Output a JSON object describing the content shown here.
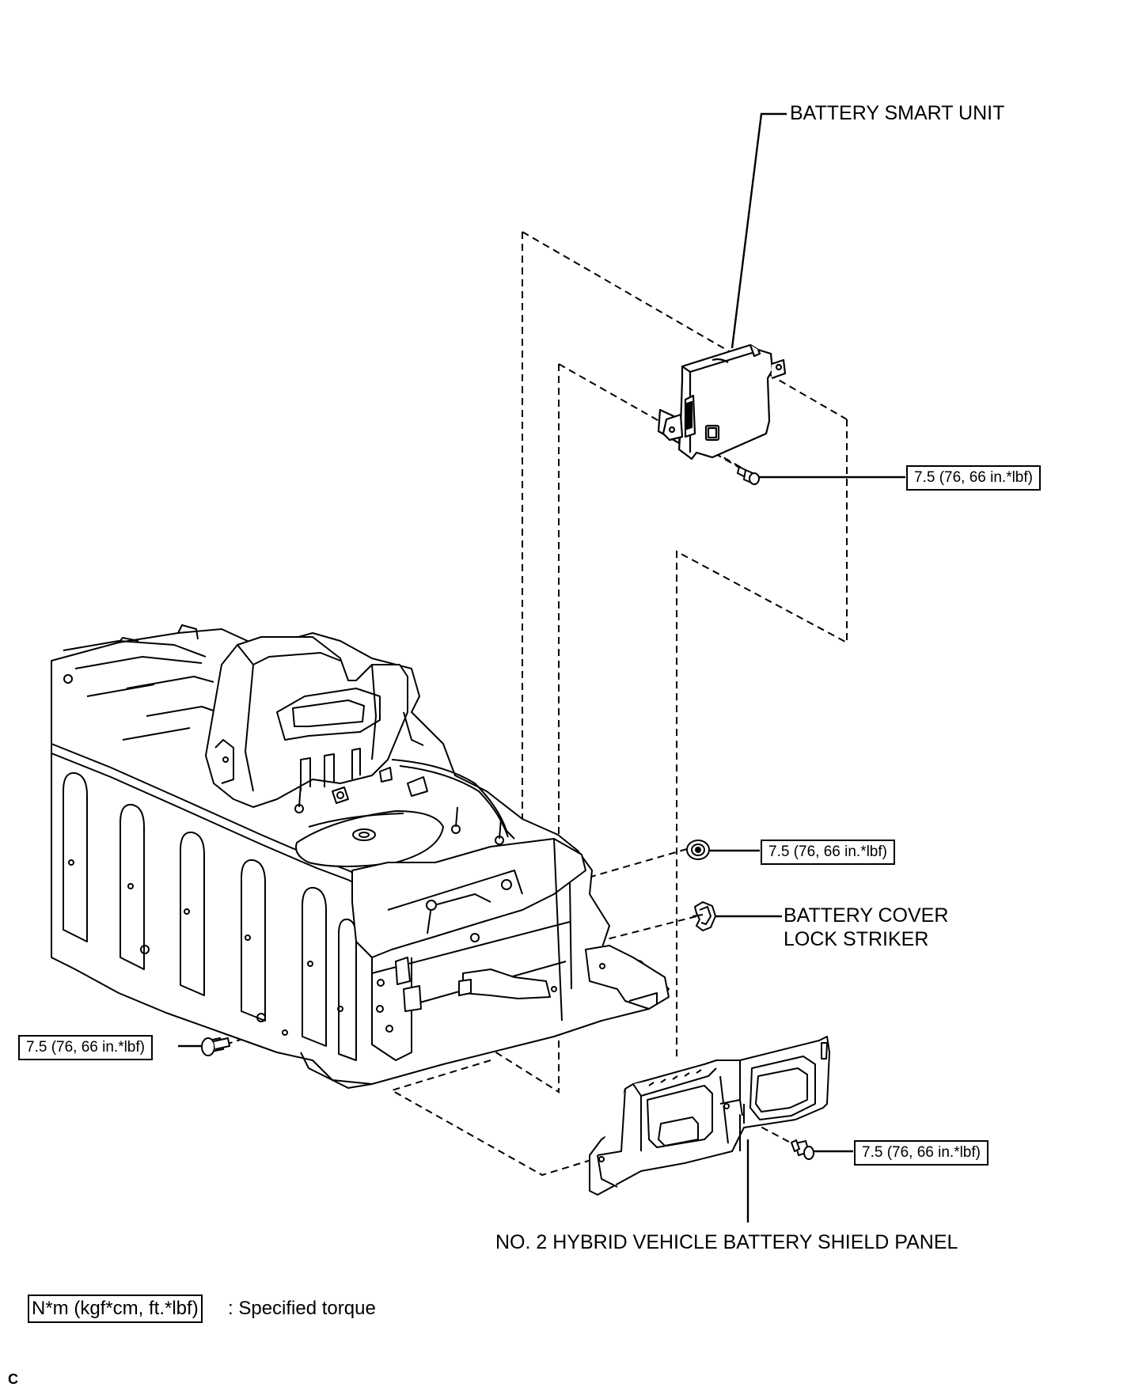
{
  "labels": {
    "battery_smart_unit": "BATTERY SMART UNIT",
    "battery_cover_lock_striker_line1": "BATTERY COVER",
    "battery_cover_lock_striker_line2": "LOCK STRIKER",
    "shield_panel": "NO. 2 HYBRID VEHICLE BATTERY SHIELD PANEL"
  },
  "torque_callouts": [
    {
      "id": "smart-unit-bolt",
      "text": "7.5 (76, 66 in.*lbf)"
    },
    {
      "id": "nut",
      "text": "7.5 (76, 66 in.*lbf)"
    },
    {
      "id": "left-bolt",
      "text": "7.5 (76, 66 in.*lbf)"
    },
    {
      "id": "shield-panel-bolt",
      "text": "7.5 (76, 66 in.*lbf)"
    }
  ],
  "legend": {
    "unit": "N*m (kgf*cm, ft.*lbf)",
    "description": ": Specified torque"
  },
  "footer_code": "C"
}
